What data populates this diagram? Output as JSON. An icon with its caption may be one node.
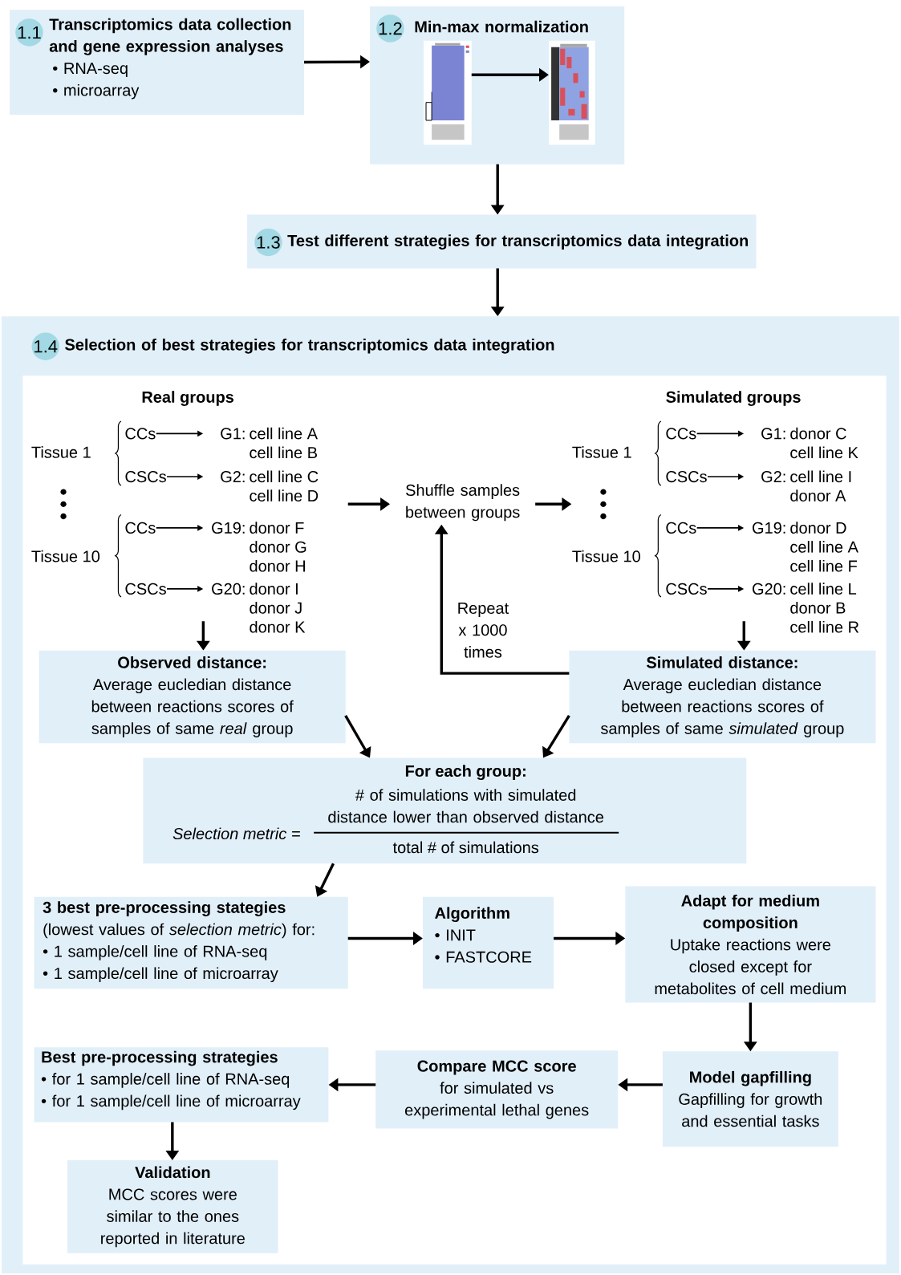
{
  "diagram": {
    "nodes": [
      {
        "text": [
          "1.1",
          "Transcriptomics data collection and gene expression analyses",
          "• RNA-seq",
          "• microarray"
        ]
      },
      {
        "text": [
          "1.2",
          "Min-max normalization"
        ]
      },
      {
        "text": [],
        "shape": "picture",
        "in": 1
      },
      {
        "text": [],
        "shape": "picture",
        "in": 1
      },
      {
        "text": [
          "1.3",
          "Test different strategies for transcriptomics data integration"
        ]
      },
      {
        "text": [
          "1.4",
          "Selection of best strategies for transcriptomics data integration"
        ]
      },
      {
        "text": [
          "CCs"
        ],
        "in": 5
      },
      {
        "text": [
          "G1:",
          "cell line A cell line B"
        ],
        "in": 5
      },
      {
        "text": [
          "CSCs"
        ],
        "in": 5
      },
      {
        "text": [
          "G2:",
          "cell line C cell line D"
        ],
        "in": 5
      },
      {
        "text": [
          "CCs"
        ],
        "in": 5
      },
      {
        "text": [
          "G19:",
          "donor F donor G donor H"
        ],
        "in": 5
      },
      {
        "text": [
          "CSCs"
        ],
        "in": 5
      },
      {
        "text": [
          "G20:",
          "donor I donor J donor K"
        ],
        "in": 5
      },
      {
        "text": [
          "CCs"
        ],
        "in": 5
      },
      {
        "text": [
          "G1:",
          "donor C cell line K"
        ],
        "in": 5
      },
      {
        "text": [
          "CSCs"
        ],
        "in": 5
      },
      {
        "text": [
          "G2:",
          "cell line I donor A"
        ],
        "in": 5
      },
      {
        "text": [
          "CCs"
        ],
        "in": 5
      },
      {
        "text": [
          "G19:",
          "donor D cell line A cell line F"
        ],
        "in": 5
      },
      {
        "text": [
          "CSCs"
        ],
        "in": 5
      },
      {
        "text": [
          "G20:",
          "cell line L donor B cell line R"
        ],
        "in": 5
      },
      {
        "text": [
          "Shuffle samples between groups"
        ],
        "in": 5
      },
      {
        "text": [
          "Observed distance:",
          "Average eucledian distance between reactions scores of samples of same *real* group"
        ],
        "in": 5
      },
      {
        "text": [
          "Simulated distance:",
          "Average eucledian distance between reactions scores of samples of same *simulated* group"
        ],
        "in": 5
      },
      {
        "text": [
          "For each group:",
          "Selection metric =",
          "# of simulations with simulated distance lower than observed distance",
          "total # of simulations"
        ],
        "in": 5
      },
      {
        "text": [
          "3 best pre-processing stategies",
          "(lowest values of *selection metric*) for:",
          "• 1 sample/cell line of RNA-seq",
          "• 1 sample/cell line of microarray"
        ],
        "in": 5
      },
      {
        "text": [
          "Algorithm",
          "• INIT",
          "• FASTCORE"
        ],
        "in": 5
      },
      {
        "text": [
          "Adapt for medium composition",
          "Uptake reactions were closed except for metabolites of cell medium"
        ],
        "in": 5
      },
      {
        "text": [
          "Model gapfilling",
          "Gapfilling for growth and essential tasks"
        ],
        "in": 5
      },
      {
        "text": [
          "Compare MCC score",
          "for simulated vs experimental lethal genes"
        ],
        "in": 5
      },
      {
        "text": [
          "Best pre-processing strategies",
          "• for 1 sample/cell line of RNA-seq",
          "• for 1 sample/cell line of microarray"
        ],
        "in": 5
      },
      {
        "text": [
          "Validation",
          "MCC scores were similar to the ones reported in literature"
        ],
        "in": 5
      }
    ],
    "edges": [
      {
        "from": 0,
        "to": 1,
        "arrow": "to"
      },
      {
        "from": 2,
        "to": 3,
        "arrow": "to"
      },
      {
        "from": 1,
        "to": 4,
        "arrow": "to"
      },
      {
        "from": 4,
        "to": 5,
        "arrow": "to"
      },
      {
        "from": 6,
        "to": 7,
        "arrow": "to"
      },
      {
        "from": 8,
        "to": 9,
        "arrow": "to"
      },
      {
        "from": 10,
        "to": 11,
        "arrow": "to"
      },
      {
        "from": 12,
        "to": 13,
        "arrow": "to"
      },
      {
        "from": 14,
        "to": 15,
        "arrow": "to"
      },
      {
        "from": 16,
        "to": 17,
        "arrow": "to"
      },
      {
        "from": 18,
        "to": 19,
        "arrow": "to"
      },
      {
        "from": 20,
        "to": 21,
        "arrow": "to"
      },
      {
        "from": null,
        "to": 22,
        "arrow": "to"
      },
      {
        "from": 22,
        "to": null,
        "arrow": "to"
      },
      {
        "from": 13,
        "to": 23,
        "arrow": "to"
      },
      {
        "from": 21,
        "to": 24,
        "arrow": "to"
      },
      {
        "from": 24,
        "to": 22,
        "arrow": "to",
        "label": "Repeat x 1000 times"
      },
      {
        "from": 23,
        "to": 25,
        "arrow": "to"
      },
      {
        "from": 24,
        "to": 25,
        "arrow": "to"
      },
      {
        "from": 25,
        "to": 26,
        "arrow": "to"
      },
      {
        "from": 26,
        "to": 27,
        "arrow": "to"
      },
      {
        "from": 27,
        "to": 28,
        "arrow": "to"
      },
      {
        "from": 28,
        "to": 29,
        "arrow": "to"
      },
      {
        "from": 29,
        "to": 30,
        "arrow": "to"
      },
      {
        "from": 30,
        "to": 31,
        "arrow": "to"
      },
      {
        "from": 31,
        "to": 32,
        "arrow": "to"
      }
    ],
    "labels": [
      "Real groups",
      "Tissue 1",
      "Tissue 10",
      "Simulated groups",
      "Tissue 1",
      "Tissue 10"
    ]
  }
}
